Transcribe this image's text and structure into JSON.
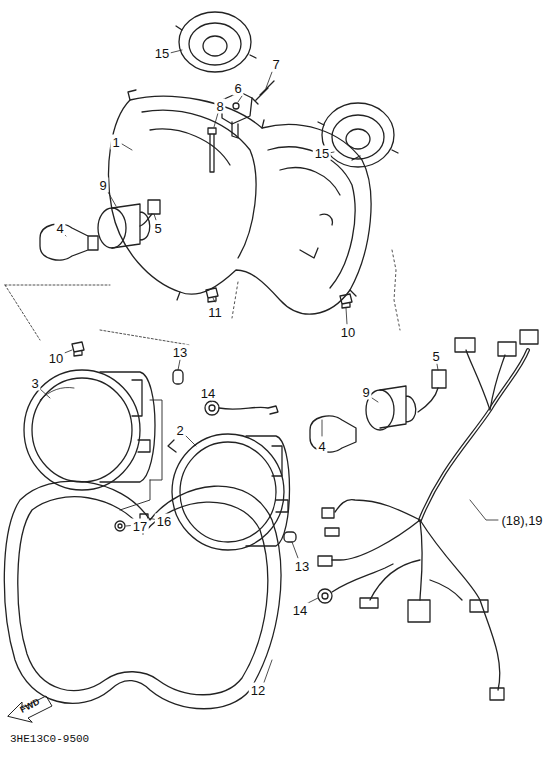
{
  "diagram": {
    "labels": [
      "15",
      "6",
      "7",
      "1",
      "8",
      "9",
      "15",
      "4",
      "5",
      "11",
      "10",
      "10",
      "3",
      "5",
      "13",
      "14",
      "9",
      "4",
      "2",
      "(18),19",
      "13",
      "14",
      "17",
      "16",
      "12",
      "FWD",
      "3HE13C0-9500"
    ]
  }
}
